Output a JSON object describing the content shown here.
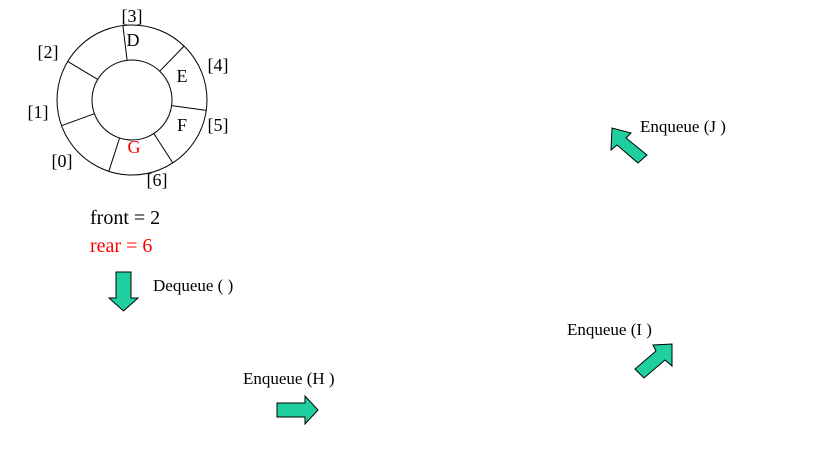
{
  "diagram": {
    "ring": {
      "index_labels": [
        "[0]",
        "[1]",
        "[2]",
        "[3]",
        "[4]",
        "[5]",
        "[6]"
      ],
      "cells": [
        {
          "slot": 3,
          "value": "D",
          "color": "#000000"
        },
        {
          "slot": 4,
          "value": "E",
          "color": "#000000"
        },
        {
          "slot": 5,
          "value": "F",
          "color": "#000000"
        },
        {
          "slot": 6,
          "value": "G",
          "color": "#ff0000"
        }
      ]
    },
    "pointers": {
      "front": "front = 2",
      "rear": "rear = 6",
      "front_color": "#000000",
      "rear_color": "#ff0000"
    },
    "operations": {
      "dequeue": "Dequeue ( )",
      "enqueue_h": "Enqueue (H )",
      "enqueue_i": "Enqueue (I )",
      "enqueue_j": "Enqueue (J )"
    },
    "arrow_color": "#1fcf9f",
    "arrow_icons": [
      "arrow-down-icon",
      "arrow-right-icon",
      "arrow-up-right-icon",
      "arrow-up-left-icon"
    ]
  }
}
